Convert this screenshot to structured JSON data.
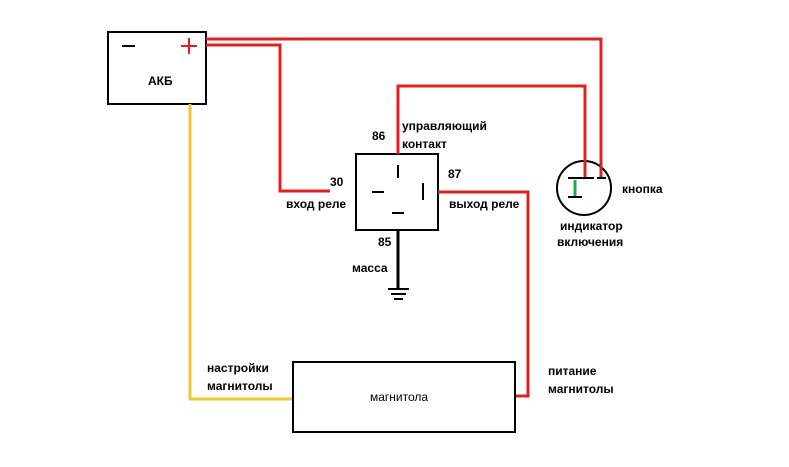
{
  "labels": {
    "battery": "АКБ",
    "minus": "−",
    "plus": "+",
    "pin86": "86",
    "control_line1": "управляющий",
    "control_line2": "контакт",
    "pin30": "30",
    "relay_input": "вход реле",
    "pin87": "87",
    "relay_output": "выход реле",
    "pin85": "85",
    "ground": "масса",
    "button": "кнопка",
    "indicator_line1": "индикатор",
    "indicator_line2": "включения",
    "settings_line1": "настройки",
    "settings_line2": "магнитолы",
    "radio": "магнитола",
    "power_line1": "питание",
    "power_line2": "магнитолы"
  },
  "colors": {
    "red": "#e02020",
    "yellow": "#f2c832",
    "green": "#22aa44",
    "black": "#000000"
  }
}
